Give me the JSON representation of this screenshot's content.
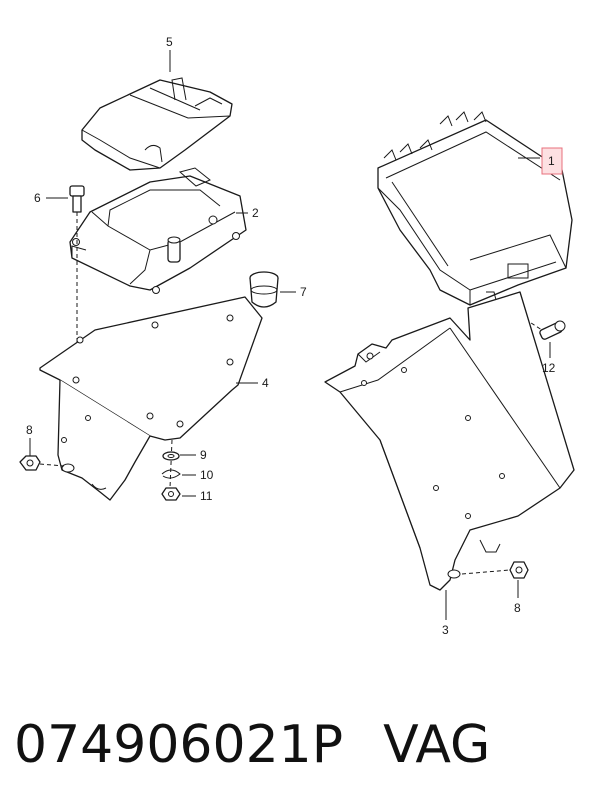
{
  "diagram": {
    "callouts": {
      "c1": "1",
      "c2": "2",
      "c3": "3",
      "c4": "4",
      "c5": "5",
      "c6": "6",
      "c7": "7",
      "c8a": "8",
      "c8b": "8",
      "c9": "9",
      "c10": "10",
      "c11": "11",
      "c12": "12"
    },
    "highlight_color": "#e8707c"
  },
  "caption": {
    "part_number": "074906021P",
    "brand": "VAG"
  }
}
